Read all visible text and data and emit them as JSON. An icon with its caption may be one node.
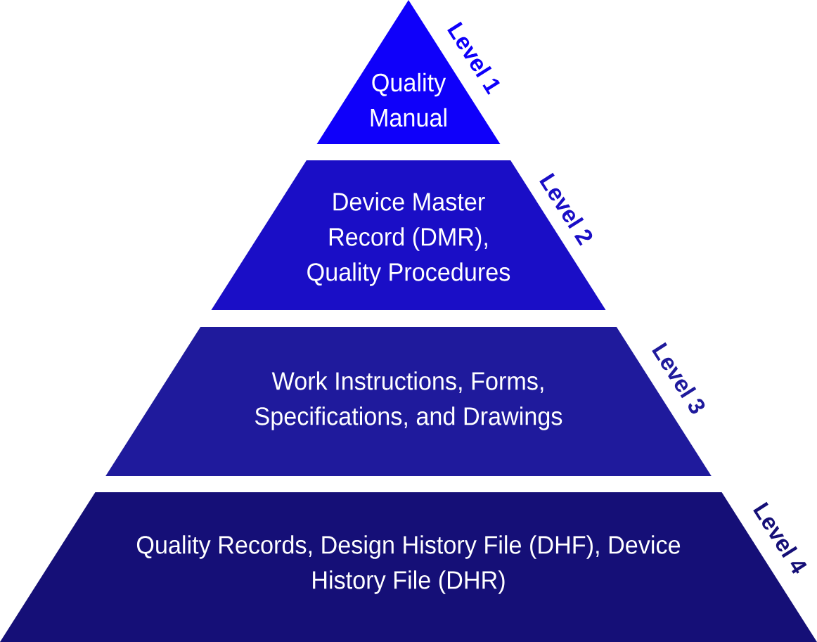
{
  "diagram": {
    "nodes": [
      {
        "text": [
          "Quality Manual"
        ],
        "beside": [
          "Level 1"
        ]
      },
      {
        "text": [
          "Device Master Record (DMR), Quality Procedures"
        ],
        "beside": [
          "Level 2"
        ]
      },
      {
        "text": [
          "Work Instructions, Forms, Specifications, and Drawings"
        ],
        "beside": [
          "Level 3"
        ]
      },
      {
        "text": [
          "Quality Records, Design History File (DHF), Device History File (DHR)"
        ],
        "beside": [
          "Level 4"
        ]
      }
    ]
  }
}
